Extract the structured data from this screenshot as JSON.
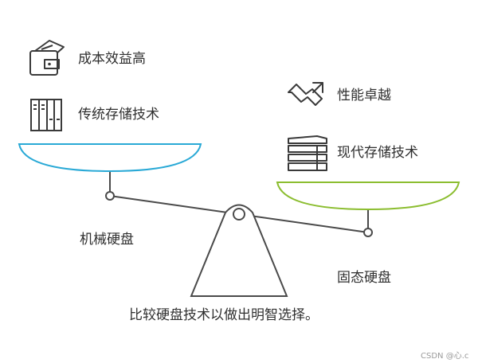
{
  "left_side": {
    "benefit_label": "成本效益高",
    "technology_label": "传统存储技术",
    "item_label": "机械硬盘"
  },
  "right_side": {
    "benefit_label": "性能卓越",
    "technology_label": "现代存储技术",
    "item_label": "固态硬盘"
  },
  "caption": "比较硬盘技术以做出明智选择。",
  "watermark": "CSDN @心.c",
  "colors": {
    "left_pan": "#29a9d6",
    "right_pan": "#8bbd2f",
    "outline": "#4a4a4a"
  },
  "icons": [
    "wallet-icon",
    "bookshelf-icon",
    "trend-arrow-icon",
    "stack-icon"
  ]
}
